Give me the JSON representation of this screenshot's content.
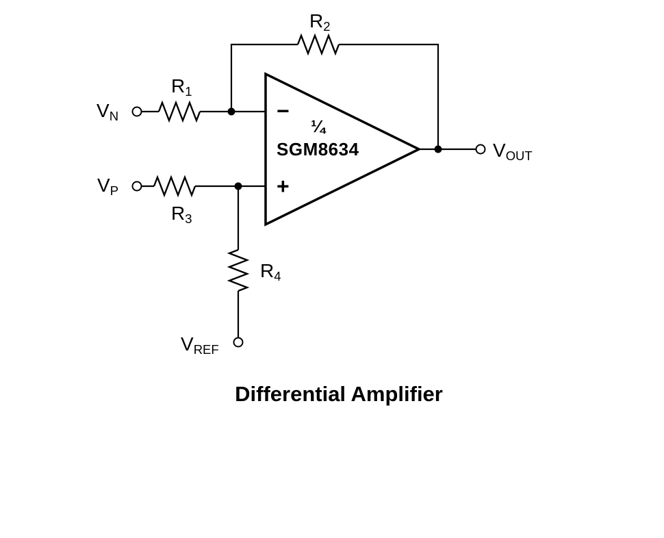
{
  "diagram": {
    "caption": "Differential Amplifier",
    "colors": {
      "ink": "#000000",
      "background": "#ffffff"
    },
    "opamp": {
      "fraction": "¼",
      "part": "SGM8634",
      "inverting_sign": "−",
      "noninverting_sign": "+"
    },
    "labels": {
      "vn": {
        "base": "V",
        "sub": "N"
      },
      "vp": {
        "base": "V",
        "sub": "P"
      },
      "vref": {
        "base": "V",
        "sub": "REF"
      },
      "vout": {
        "base": "V",
        "sub": "OUT"
      },
      "r1": {
        "base": "R",
        "sub": "1"
      },
      "r2": {
        "base": "R",
        "sub": "2"
      },
      "r3": {
        "base": "R",
        "sub": "3"
      },
      "r4": {
        "base": "R",
        "sub": "4"
      }
    }
  }
}
